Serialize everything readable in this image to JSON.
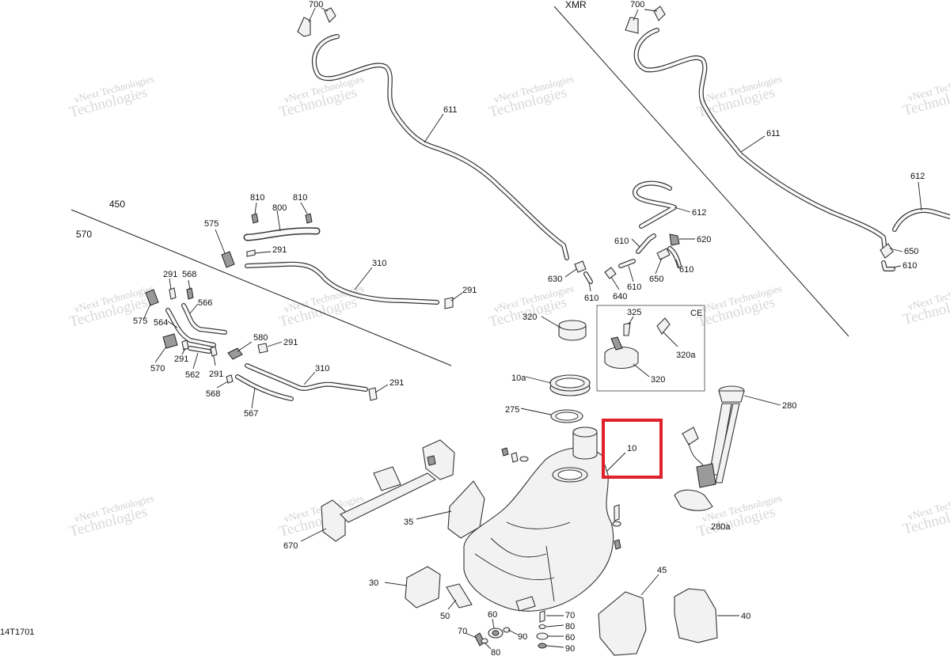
{
  "section_labels": {
    "xmr": "XMR",
    "ce": "CE",
    "v450": "450",
    "v570": "570"
  },
  "figure_code": "14T1701",
  "watermark": {
    "line1": "vNext Technologies",
    "line2": "Technologies"
  },
  "callouts": {
    "c700_left": "700",
    "c700_right": "700",
    "c611_left": "611",
    "c611_right": "611",
    "c612_mid": "612",
    "c612_right": "612",
    "c620": "620",
    "c610_a": "610",
    "c610_b": "610",
    "c610_c": "610",
    "c610_d": "610",
    "c610_right": "610",
    "c650": "650",
    "c650_right": "650",
    "c630": "630",
    "c640": "640",
    "c810_a": "810",
    "c810_b": "810",
    "c800": "800",
    "c575_top": "575",
    "c575_bot": "575",
    "c291_a": "291",
    "c291_b": "291",
    "c291_c": "291",
    "c291_d": "291",
    "c291_e": "291",
    "c291_f": "291",
    "c291_g": "291",
    "c310_top": "310",
    "c310_bot": "310",
    "c568_a": "568",
    "c568_b": "568",
    "c566": "566",
    "c564": "564",
    "c562": "562",
    "c570": "570",
    "c580": "580",
    "c567": "567",
    "c320_cap": "320",
    "c325": "325",
    "c320a": "320a",
    "c320_ce": "320",
    "c10a": "10a",
    "c275": "275",
    "c10": "10",
    "c280": "280",
    "c280a": "280a",
    "c35": "35",
    "c670": "670",
    "c30": "30",
    "c50": "50",
    "c60_a": "60",
    "c60_b": "60",
    "c70_a": "70",
    "c70_b": "70",
    "c80_a": "80",
    "c80_b": "80",
    "c90_a": "90",
    "c90_b": "90",
    "c45": "45",
    "c40": "40"
  }
}
